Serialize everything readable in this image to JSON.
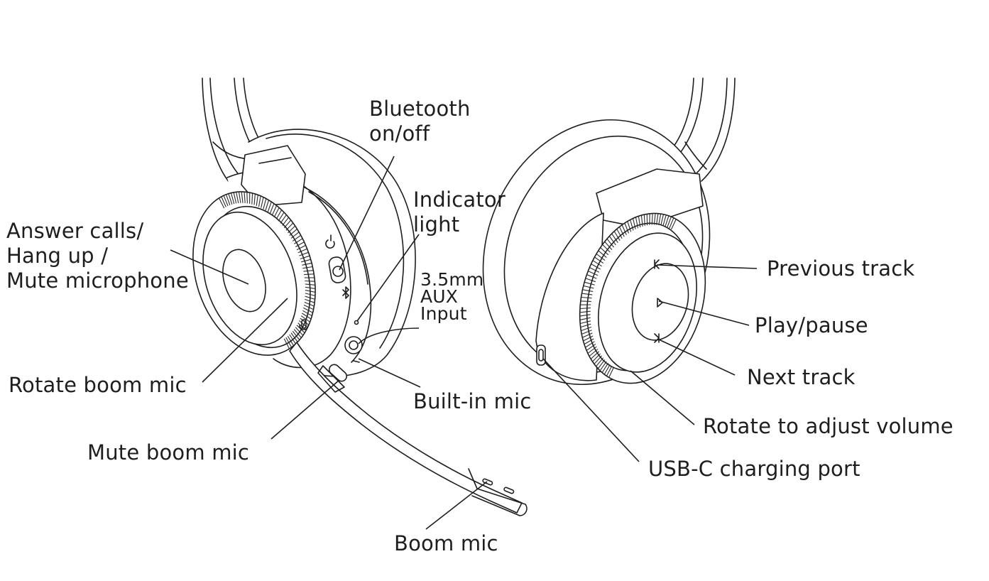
{
  "labels": {
    "bluetooth": [
      "Bluetooth",
      "on/off"
    ],
    "indicator": [
      "Indicator",
      "light"
    ],
    "aux": [
      "3.5mm",
      "AUX",
      "Input"
    ],
    "answer": [
      "Answer calls/",
      "Hang up /",
      "Mute microphone"
    ],
    "rotate_boom": "Rotate boom mic",
    "builtin_mic": "Built-in mic",
    "mute_boom": "Mute boom mic",
    "boom_mic": "Boom mic",
    "previous_track": "Previous track",
    "play_pause": "Play/pause",
    "next_track": "Next track",
    "rotate_volume": "Rotate to adjust volume",
    "usbc": "USB-C charging port"
  },
  "colors": {
    "ink": "#1e1e1e",
    "background": "#ffffff"
  },
  "icons": [
    "power-icon",
    "bluetooth-icon",
    "mic-icon",
    "previous-track-icon",
    "play-pause-icon",
    "next-track-icon"
  ]
}
